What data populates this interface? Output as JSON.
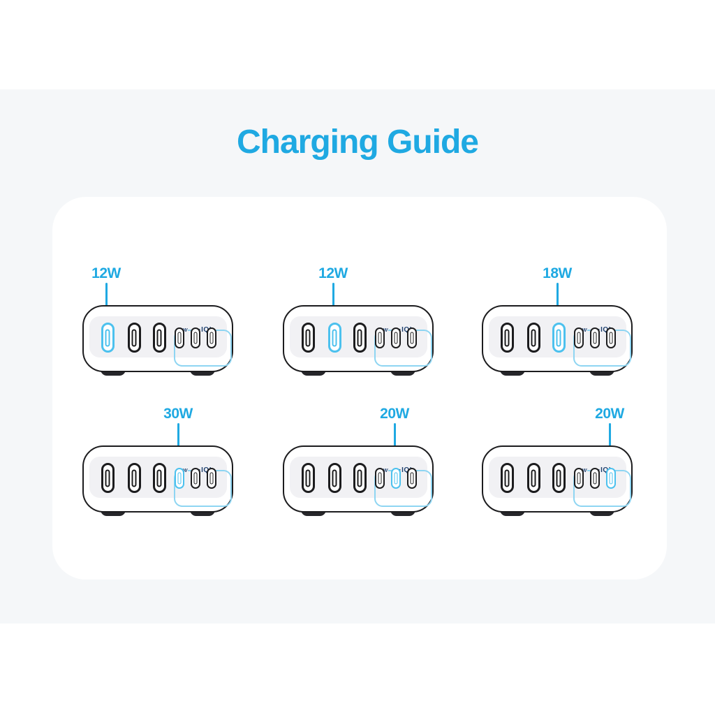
{
  "title": "Charging Guide",
  "colors": {
    "accent": "#1FA9E2",
    "highlight_port": "#4CC1EE",
    "group_border": "#8ED5F2",
    "navy": "#1D3F6E"
  },
  "port_group": {
    "wattage": "30W",
    "iq": "·IQ’"
  },
  "chargers": [
    {
      "label": "12W",
      "highlight_port": 0
    },
    {
      "label": "12W",
      "highlight_port": 1
    },
    {
      "label": "18W",
      "highlight_port": 2
    },
    {
      "label": "30W",
      "highlight_port": 3
    },
    {
      "label": "20W",
      "highlight_port": 4
    },
    {
      "label": "20W",
      "highlight_port": 5
    }
  ]
}
